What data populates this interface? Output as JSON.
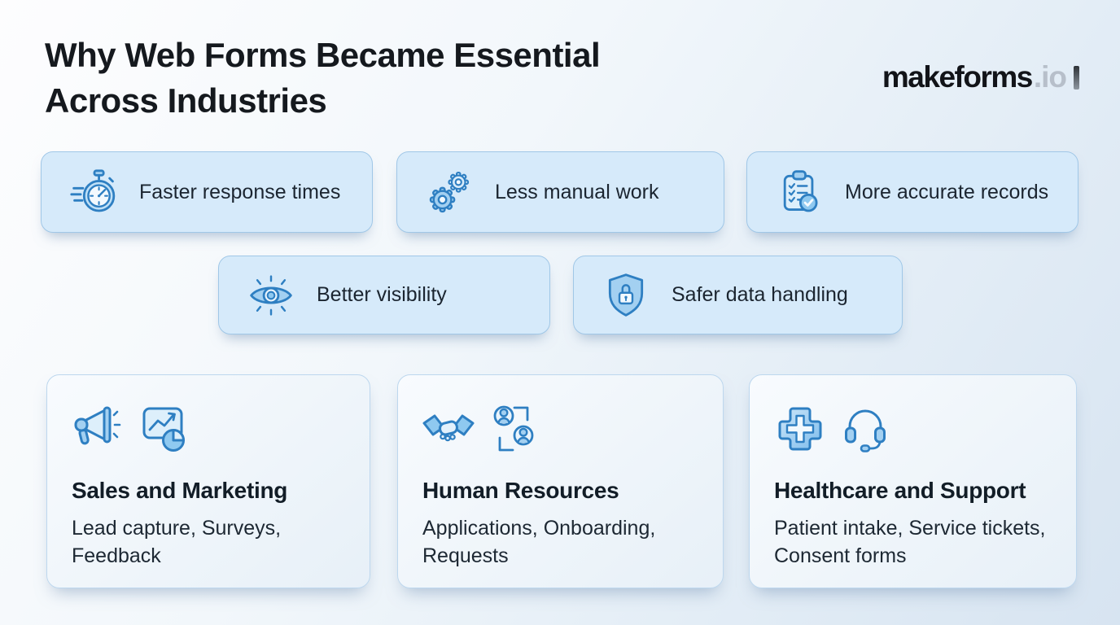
{
  "header": {
    "title": "Why Web Forms Became Essential Across Industries",
    "title_lines": [
      "Why Web Forms Became Essential",
      "Across Industries"
    ]
  },
  "logo": {
    "brand": "makeforms",
    "suffix": ".io"
  },
  "benefits": [
    {
      "label": "Faster response times",
      "icon": "stopwatch-icon"
    },
    {
      "label": "Less manual work",
      "icon": "gears-icon"
    },
    {
      "label": "More accurate records",
      "icon": "clipboard-checklist-icon"
    },
    {
      "label": "Better visibility",
      "icon": "eye-icon"
    },
    {
      "label": "Safer data handling",
      "icon": "shield-lock-icon"
    }
  ],
  "industries": [
    {
      "title": "Sales and Marketing",
      "description": "Lead capture, Surveys, Feedback",
      "icons": [
        "megaphone-icon",
        "chart-pie-icon"
      ]
    },
    {
      "title": "Human Resources",
      "description": "Applications, Onboarding, Requests",
      "icons": [
        "handshake-icon",
        "people-exchange-icon"
      ]
    },
    {
      "title": "Healthcare and Support",
      "description": "Patient intake, Service tickets, Consent forms",
      "icons": [
        "medical-cross-icon",
        "headset-icon"
      ]
    }
  ],
  "colors": {
    "icon_stroke": "#2e7fc2",
    "icon_fill_light": "#d8ecfb",
    "icon_fill_mid": "#a3d0f1",
    "benefit_card_bg": "#d6eafa",
    "benefit_card_border": "#a0c7e7",
    "industry_card_border": "#bdd7ee",
    "text_dark": "#16202b"
  }
}
